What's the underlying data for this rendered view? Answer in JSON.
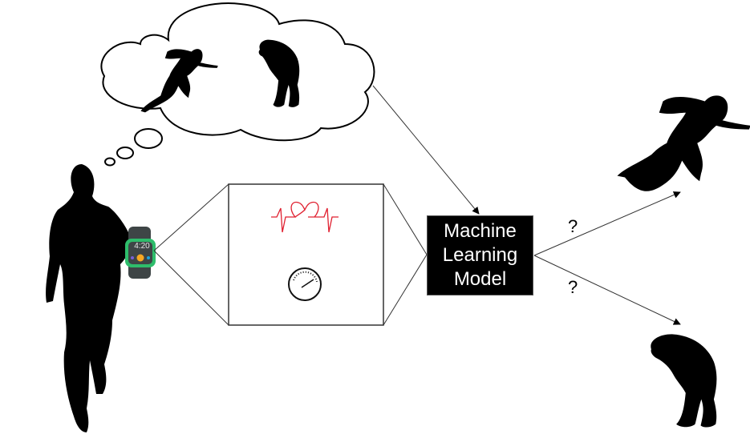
{
  "model": {
    "lines": [
      "Machine",
      "Learning",
      "Model"
    ]
  },
  "outputs": {
    "upper_label": "?",
    "lower_label": "?"
  },
  "watch": {
    "time": "4:20",
    "frame_color": "#2ebd6b",
    "dot_colors": [
      "#7b5fd6",
      "#f7a823",
      "#1aa3e0"
    ]
  },
  "sensors": {
    "heart_color": "#e02030"
  },
  "icons": [
    "runner-icon",
    "watch-icon",
    "thought-cloud-icon",
    "sprinter-icon",
    "exhausted-person-icon",
    "heartbeat-icon",
    "speedometer-icon"
  ]
}
